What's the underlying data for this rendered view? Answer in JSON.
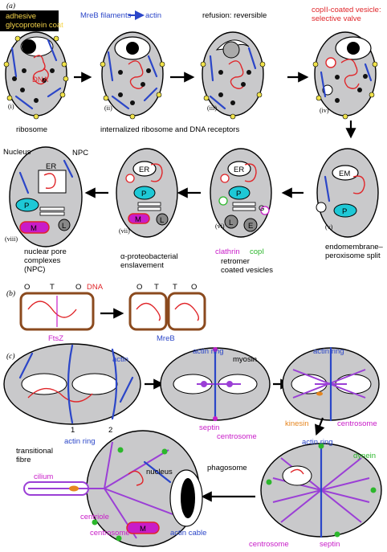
{
  "panels": {
    "a": "(a)",
    "b": "(b)",
    "c": "(c)"
  },
  "a": {
    "coat_label": "adhesive\nglycoprotein coat",
    "mreb_label": "MreB filaments",
    "actin_label": "actin",
    "refusion_label": "refusion: reversible",
    "copii_label": "copII-coated vesicle:\nselective valve",
    "dna_label": "DNA",
    "ribosome_label": "ribosome",
    "internalized_label": "internalized ribosome and DNA receptors",
    "roman": [
      "(i)",
      "(ii)",
      "(iii)",
      "(iv)",
      "(v)",
      "(vi)",
      "(vii)",
      "(viii)"
    ],
    "nucleus_label": "Nucleus",
    "npc_label": "NPC",
    "er_label": "ER",
    "em_label": "EM",
    "p_label": "P",
    "m_label": "M",
    "l_label": "L",
    "e_label": "E",
    "g_label": "G",
    "nuclear_pore_label": "nuclear pore\ncomplexes\n(NPC)",
    "alpha_label": "α-proteobacterial\nenslavement",
    "clathrin_label": "clathrin",
    "copi_label": "copI",
    "retromer_label": "retromer\ncoated vesicles",
    "endomembrane_label": "endomembrane–\nperoxisome split"
  },
  "b": {
    "otos": [
      "O",
      "T",
      "O",
      "O",
      "T",
      "T",
      "O"
    ],
    "dna_label": "DNA",
    "ftsz_label": "FtsZ",
    "mreb_label": "MreB"
  },
  "c": {
    "actin_label": "actin",
    "actin_ring_label": "actin ring",
    "num1": "1",
    "num2": "2",
    "myosin_label": "myosin",
    "septin_label": "septin",
    "centrosome_label": "centrosome",
    "kinesin_label": "kinesin",
    "dynein_label": "dynein",
    "transitional_label": "transitional\nfibre",
    "phagosome_label": "phagosome",
    "nucleus_label": "nucleus",
    "cilium_label": "cilium",
    "centriole_label": "centriole",
    "actin_cable_label": "actin cable",
    "m_label": "M"
  },
  "colors": {
    "dna": "#e0262a",
    "actin": "#2b46c8",
    "septin": "#c81cc8",
    "dynein": "#2cb72c",
    "kinesin": "#e6861f",
    "cell": "#c9c9cb",
    "microtubule": "#9b3fd6",
    "peroxisome": "#1ec8d6"
  }
}
